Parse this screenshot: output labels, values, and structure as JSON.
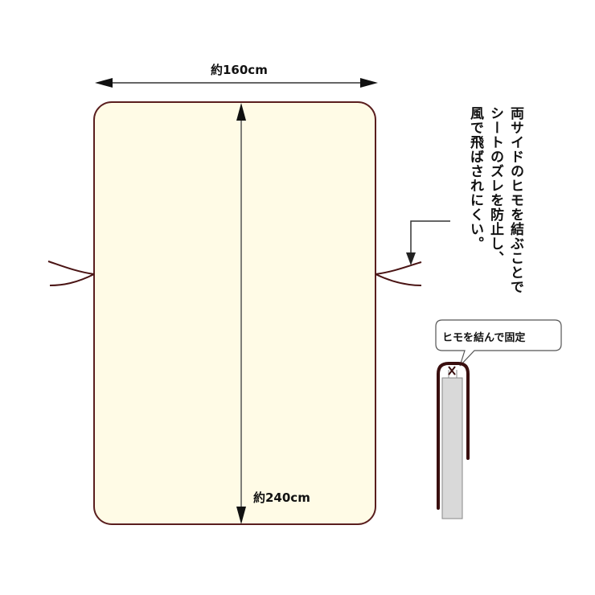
{
  "dimensions": {
    "width_label": "約160cm",
    "length_label": "約240cm"
  },
  "note": {
    "lines": [
      "両サイドのヒモを結ぶことで",
      "シートのズレを防止し、",
      "風で飛ばされにくい。"
    ]
  },
  "callout": {
    "label": "ヒモを結んで固定"
  },
  "colors": {
    "sheet_fill": "#fffbe6",
    "sheet_border": "#5a1e1e",
    "string": "#4a1414",
    "arrow": "#222222",
    "pole_fill": "#d9d9d9"
  }
}
